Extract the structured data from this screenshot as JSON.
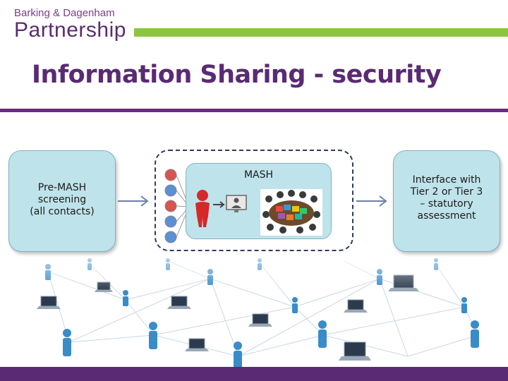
{
  "logo": {
    "top": "Barking & Dagenham",
    "bottom": "Partnership"
  },
  "title": "Information Sharing - security",
  "boxes": {
    "pre_mash": [
      "Pre-MASH",
      "screening",
      "(all contacts)"
    ],
    "mash": "MASH",
    "interface": [
      "Interface with",
      "Tier 2 or Tier 3",
      "– statutory",
      "assessment"
    ]
  },
  "colors": {
    "brand_purple": "#5b2a75",
    "title_purple": "#5a2a73",
    "accent_green": "#8cc63f",
    "box_fill": "#bfe3ea"
  }
}
